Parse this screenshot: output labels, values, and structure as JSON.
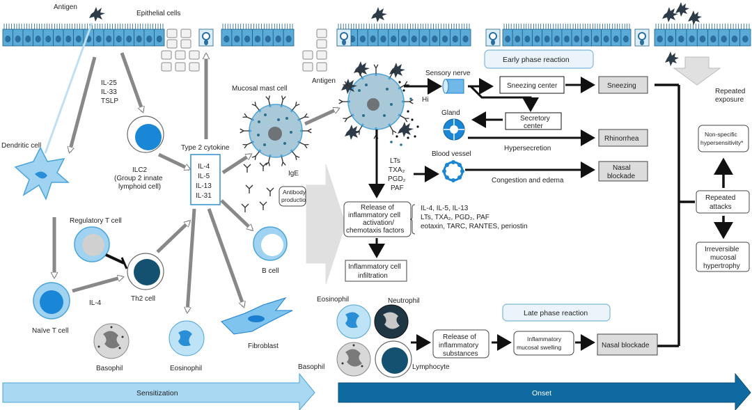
{
  "colors": {
    "epithelium": "#5aabd8",
    "nucleus": "#2a6f9e",
    "cell_fill": "#cfe3ee",
    "blue_cell": "#1e88d6",
    "dark_cell": "#14506f",
    "arrow_light": "#e6e6e6",
    "onset_bar": "#0e6aa0",
    "sens_bar": "#a9d8f2",
    "box_gray": "#dcdcdc",
    "phase_box": "#eaf4fa"
  },
  "labels": {
    "antigen_top": "Antigen",
    "epithelial_cells": "Epithelial cells",
    "il25": "IL-25",
    "il33": "IL-33",
    "tslp": "TSLP",
    "dendritic_cell": "Dendritic cell",
    "ilc2_l1": "ILC2",
    "ilc2_l2": "(Group 2 innate",
    "ilc2_l3": "lymphoid cell)",
    "type2_cytokine": "Type 2 cytokine",
    "cytokines": [
      "IL-4",
      "IL-5",
      "IL-13",
      "IL-31"
    ],
    "mucosal_mast_cell": "Mucosal mast cell",
    "ige": "IgE",
    "antibody_production_l1": "Antibody",
    "antibody_production_l2": "production",
    "b_cell": "B cell",
    "regulatory_t_cell": "Regulatory T cell",
    "th2_cell": "Th2 cell",
    "il4": "IL-4",
    "naive_t_cell": "Naïve T cell",
    "basophil_left": "Basophil",
    "eosinophil_left": "Eosinophil",
    "fibroblast": "Fibroblast",
    "antigen_mid": "Antigen",
    "hi": "Hi",
    "sensory_nerve": "Sensory nerve",
    "gland": "Gland",
    "blood_vessel": "Blood vessel",
    "mediators_l1": "LTs",
    "mediators_l2": "TXA₂",
    "mediators_l3": "PGD₂",
    "mediators_l4": "PAF",
    "early_phase_reaction": "Early phase reaction",
    "sneezing_center": "Sneezing center",
    "sneezing": "Sneezing",
    "secretory_center_l1": "Secretory",
    "secretory_center_l2": "center",
    "hypersecretion": "Hypersecretion",
    "rhinorrhea": "Rhinorrhea",
    "congestion_edema": "Congestion and edema",
    "nasal_blockade_l1": "Nasal",
    "nasal_blockade_l2": "blockade",
    "release_l1": "Release of",
    "release_l2": "inflammatory cell",
    "release_l3": "activation/",
    "release_l4": "chemotaxis factors",
    "factors_l1": "IL-4, IL-5, IL-13",
    "factors_l2": "LTs, TXA₂, PGD₂, PAF",
    "factors_l3": "eotaxin, TARC, RANTES, periostin",
    "infiltration_l1": "Inflammatory cell",
    "infiltration_l2": "infiltration",
    "repeated_exposure_l1": "Repeated",
    "repeated_exposure_l2": "exposure",
    "nonspecific_l1": "Non-specific",
    "nonspecific_l2": "hypersensitivity*",
    "repeated_attacks_l1": "Repeated",
    "repeated_attacks_l2": "attacks",
    "irreversible_l1": "Irreversible",
    "irreversible_l2": "mucosal",
    "irreversible_l3": "hypertrophy",
    "eosinophil_late": "Eosinophil",
    "neutrophil": "Neutrophil",
    "basophil_late": "Basophil",
    "lymphocyte": "Lymphocyte",
    "late_phase_reaction": "Late phase reaction",
    "release_sub_l1": "Release of",
    "release_sub_l2": "inflammatory",
    "release_sub_l3": "substances",
    "swelling_l1": "Inflammatory",
    "swelling_l2": "mucosal swelling",
    "nasal_blockade_late": "Nasal blockade",
    "sensitization": "Sensitization",
    "onset": "Onset"
  }
}
